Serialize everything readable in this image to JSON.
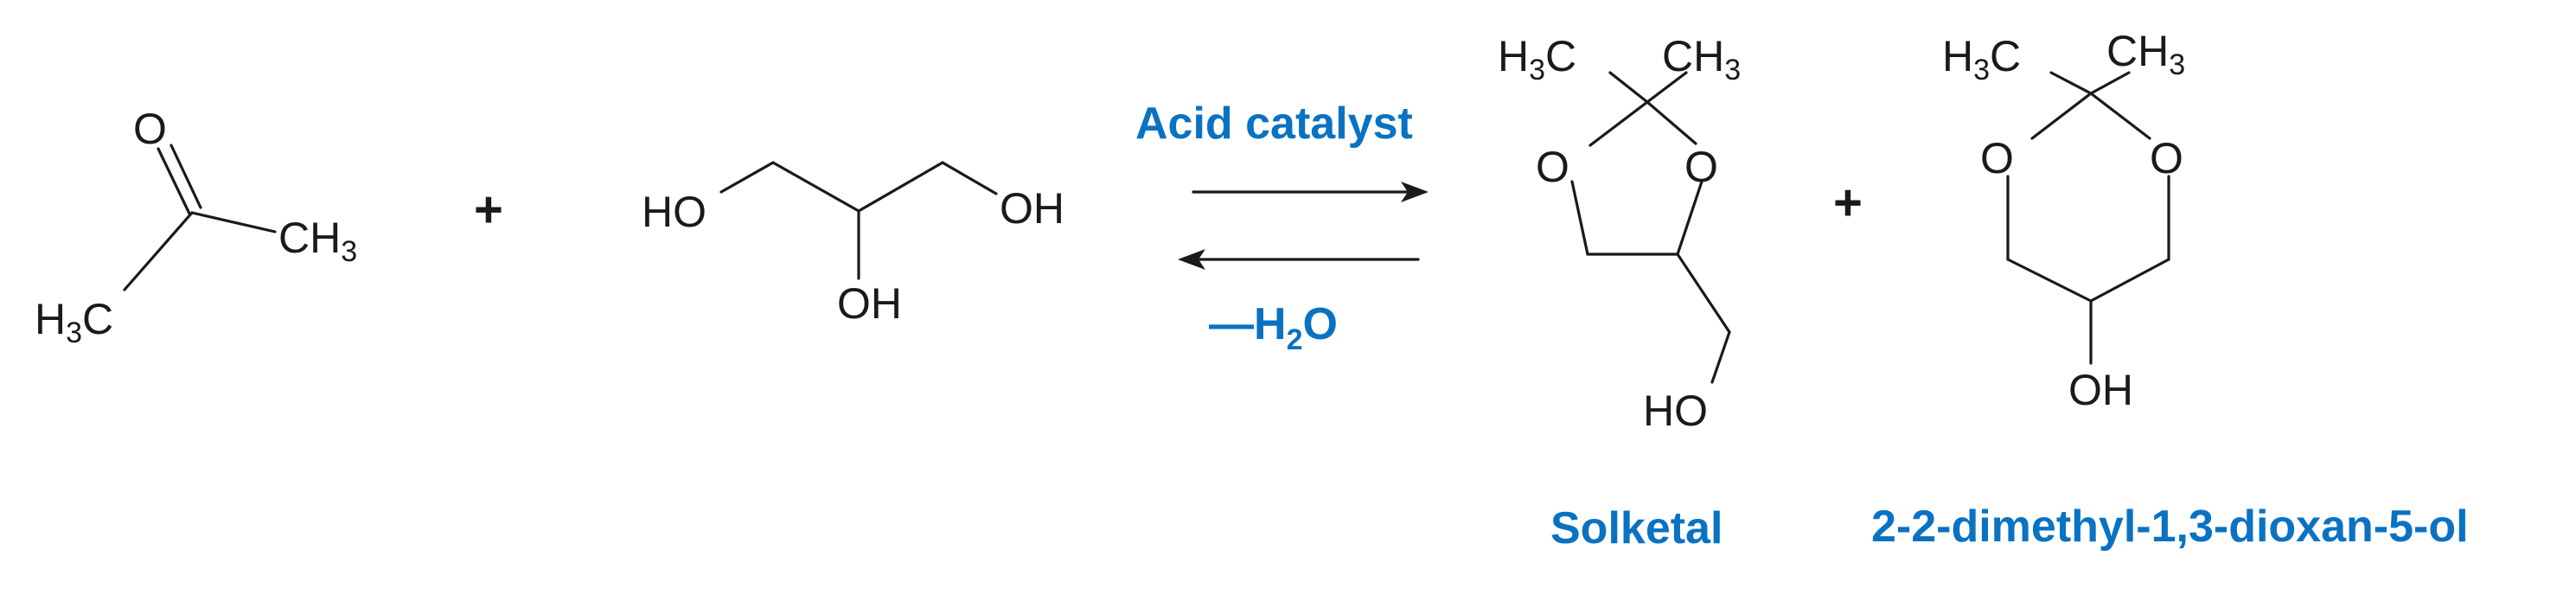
{
  "reaction": {
    "conditions_above": "Acid catalyst",
    "conditions_below": {
      "prefix": "—H",
      "subscript": "2",
      "suffix": "O"
    },
    "plus_sign": "+",
    "product_names": {
      "solketal": "Solketal",
      "dioxanol": "2-2-dimethyl-1,3-dioxan-5-ol"
    }
  },
  "atoms": {
    "oxygen": "O",
    "hydroxyl_left": "HO",
    "hydroxyl_right": "OH",
    "hydrogen": "H",
    "carbon": "C",
    "methyl_suffix": "CH",
    "subscript_3": "3"
  },
  "colors": {
    "label_blue": "#0a72c2",
    "structure": "#1a1a1a"
  }
}
